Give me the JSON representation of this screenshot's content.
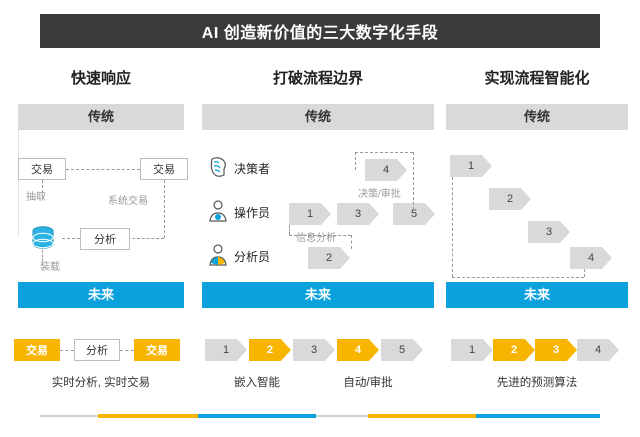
{
  "title": "AI 创造新价值的三大数字化手段",
  "columns": [
    {
      "heading": "快速响应",
      "band_traditional": "传统",
      "band_future": "未来",
      "traditional": {
        "box_left": "交易",
        "box_right": "交易",
        "label_extract": "抽取",
        "label_sys": "系统交易",
        "box_analysis": "分析",
        "label_load": "装载",
        "db_icon": "database-icon"
      },
      "future": {
        "tag_left": "交易",
        "tag_mid": "分析",
        "tag_right": "交易",
        "caption": "实时分析, 实时交易"
      }
    },
    {
      "heading": "打破流程边界",
      "band_traditional": "传统",
      "band_future": "未来",
      "traditional": {
        "roles": [
          {
            "label": "决策者",
            "icon": "brain-head-icon"
          },
          {
            "label": "操作员",
            "icon": "person-gear-icon"
          },
          {
            "label": "分析员",
            "icon": "person-chart-icon"
          }
        ],
        "steps": [
          "1",
          "2",
          "3",
          "4",
          "5"
        ],
        "label_info": "信息分析",
        "label_decide": "决策/审批"
      },
      "future": {
        "steps": [
          "1",
          "2",
          "3",
          "4",
          "5"
        ],
        "highlight_indexes": [
          1,
          3
        ],
        "caption_left": "嵌入智能",
        "caption_right": "自动/审批"
      }
    },
    {
      "heading": "实现流程智能化",
      "band_traditional": "传统",
      "band_future": "未来",
      "traditional": {
        "steps": [
          "1",
          "2",
          "3",
          "4"
        ]
      },
      "future": {
        "steps": [
          "1",
          "2",
          "3",
          "4"
        ],
        "highlight_indexes": [
          1,
          2
        ],
        "caption": "先进的预测算法"
      }
    }
  ],
  "colors": {
    "title_bg": "#3b3b3b",
    "band_traditional": "#d9d9d9",
    "band_future": "#0aa1dd",
    "accent_yellow": "#f7b500",
    "chevron_gray": "#d9d9d9"
  }
}
